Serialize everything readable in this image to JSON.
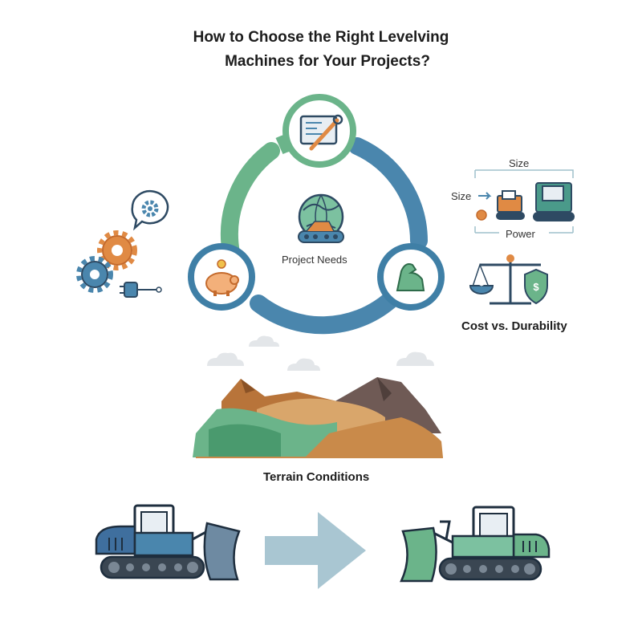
{
  "title": {
    "line1": "How to Choose the Right Levelving",
    "line2": "Machines for Your Projects?"
  },
  "cycle": {
    "center_label": "Project Needs",
    "nodes": [
      "blueprint-tools-icon",
      "piggy-bank-icon",
      "strength-arm-icon"
    ]
  },
  "size_power": {
    "size_top_label": "Size",
    "size_left_label": "Size",
    "power_label": "Power"
  },
  "cost_durability": {
    "label": "Cost vs. Durability"
  },
  "terrain": {
    "label": "Terrain Conditions"
  },
  "colors": {
    "green": "#5fae7e",
    "blue": "#3f7fa6",
    "orange": "#e08a44",
    "teal_arrow": "#9fc0cc",
    "navy": "#2e4a63"
  },
  "icons": [
    "gears-icon",
    "speech-bubble-gear-icon",
    "plug-icon",
    "balance-scale-icon",
    "globe-bulldozer-icon",
    "cloud-icon",
    "mountains-icon",
    "bulldozer-blue-icon",
    "arrow-right-icon",
    "bulldozer-green-icon"
  ]
}
